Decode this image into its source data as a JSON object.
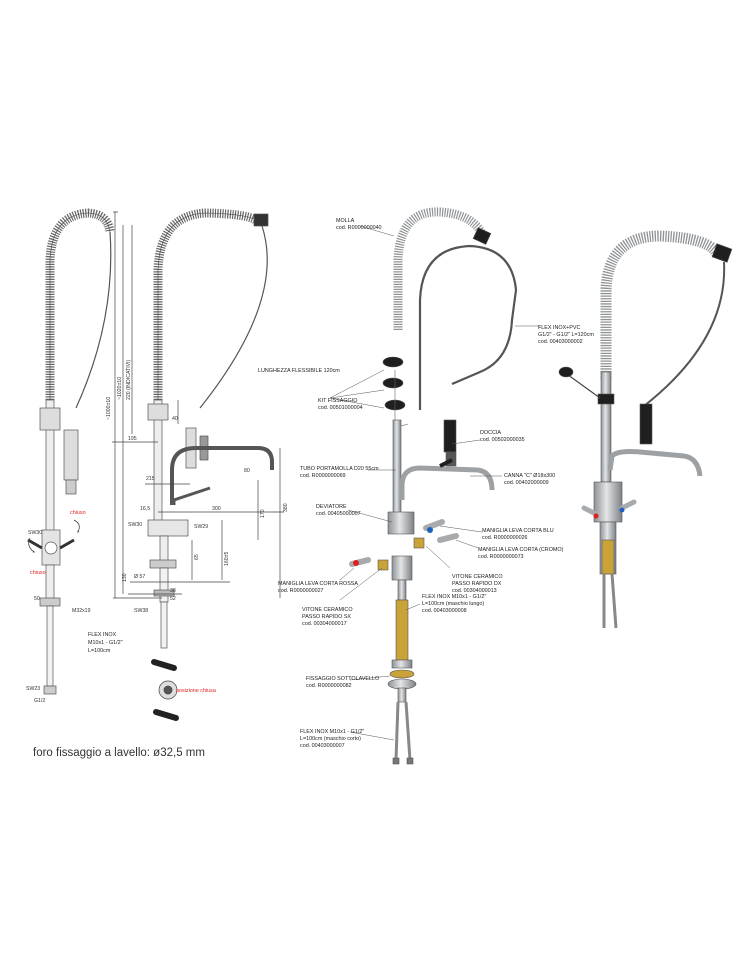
{
  "colors": {
    "line": "#555555",
    "metal": "#b9bcbf",
    "dark": "#1f1f1f",
    "brass": "#c9a33a",
    "red": "#e02020",
    "blue": "#1f5fbf"
  },
  "left_drawing": {
    "dims": {
      "total_height": "~1000±10",
      "h1": "~1020±10",
      "indicativi": "220 (INDICATIVI)",
      "d195": "195",
      "d40": "40",
      "d215": "215",
      "d165": "16,5",
      "d300": "300",
      "d80": "80",
      "d170": "170",
      "d380": "380",
      "d65": "65",
      "d160": "160±5",
      "d130": "130",
      "diam57": "Ø 57",
      "d52": "52",
      "d38": "38",
      "sw38": "SW38",
      "sw30": "SW30",
      "sw29": "SW29",
      "sw30b": "SW30",
      "sw23": "SW23",
      "g12": "G1/2",
      "m32": "M32x19",
      "d50": "50"
    },
    "hose_length": "LUNGHEZZA FLESSIBILE 120cm",
    "chiuso_top": "chiuso",
    "chiuso_left": "chiuso",
    "flex_label": "FLEX INOX",
    "flex_spec": "M10x1 - G1/2\"",
    "flex_len": "L=100cm",
    "posizione_chiusa": "posizione chiusa"
  },
  "parts": {
    "molla": {
      "name": "MOLLA",
      "code": "cod. R0000000040"
    },
    "flex_pvc": {
      "name": "FLEX INOX+PVC",
      "spec": "G1/2\" - G1/2\" L=120cm",
      "code": "cod. 00403000002"
    },
    "kit_fissaggio": {
      "name": "KIT FISSAGGIO",
      "code": "cod. 00501000004"
    },
    "doccia": {
      "name": "DOCCIA",
      "code": "cod. 00502000035"
    },
    "tubo": {
      "name": "TUBO PORTAMOLLA D20 55cm",
      "code": "cod. R0000000069"
    },
    "canna": {
      "name": "CANNA \"C\" Ø18x300",
      "code": "cod. 00402000009"
    },
    "deviatore": {
      "name": "DEVIATORE",
      "code": "cod. 00405000007"
    },
    "maniglia_blu": {
      "name": "MANIGLIA LEVA CORTA BLU",
      "code": "cod. R0000000026"
    },
    "maniglia_cromo": {
      "name": "MANIGLIA LEVA CORTA (CROMO)",
      "code": "cod. R0000000073"
    },
    "vitone_dx": {
      "name": "VITONE CERAMICO",
      "spec": "PASSO RAPIDO DX",
      "code": "cod. 00304000013"
    },
    "maniglia_rossa": {
      "name": "MANIGLIA LEVA CORTA ROSSA",
      "code": "cod. R0000000027"
    },
    "vitone_sx": {
      "name": "VITONE CERAMICO",
      "spec": "PASSO RAPIDO SX",
      "code": "cod. 00304000017"
    },
    "flex_lungo": {
      "name": "FLEX INOX M10x1 - G1/2\"",
      "spec": "L=100cm (maschio lungo)",
      "code": "cod. 00403000008"
    },
    "fissaggio": {
      "name": "FISSAGGIO SOTTOLAVELLO",
      "code": "cod. R0000000082"
    },
    "flex_corto": {
      "name": "FLEX INOX M10x1 - G1/2\"",
      "spec": "L=100cm (maschio corto)",
      "code": "cod. 00403000007"
    }
  },
  "footer": {
    "note": "foro fissaggio a lavello: ø32,5 mm"
  }
}
